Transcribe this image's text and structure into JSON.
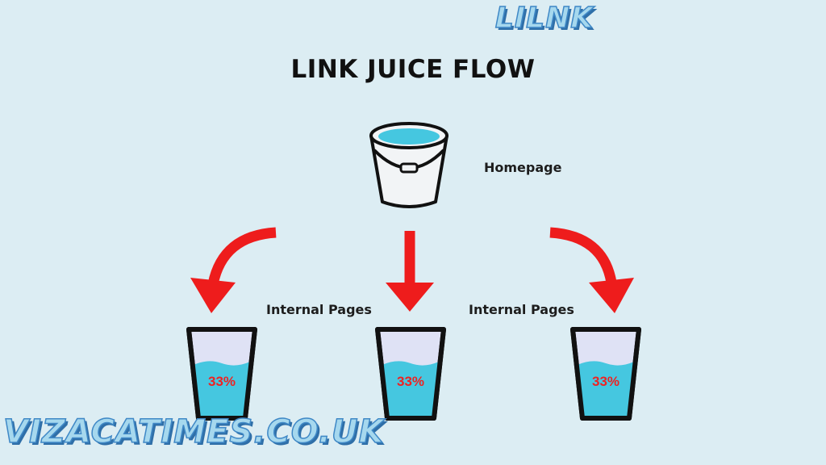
{
  "watermark_top": "LILNK",
  "watermark_bottom": "VIZACATIMES.CO.UK",
  "title": "LINK JUICE FLOW",
  "homepage": {
    "label": "Homepage",
    "icon": "bucket-icon"
  },
  "internal_pages_labels": [
    "Internal Pages",
    "Internal Pages"
  ],
  "pages": [
    {
      "icon": "water-glass-icon",
      "percent": "33%"
    },
    {
      "icon": "water-glass-icon",
      "percent": "33%"
    },
    {
      "icon": "water-glass-icon",
      "percent": "33%"
    }
  ],
  "colors": {
    "background": "#dcedf3",
    "arrow": "#ee1c1c",
    "water": "#45c7e0",
    "percent_text": "#ee2222",
    "outline": "#111111"
  }
}
